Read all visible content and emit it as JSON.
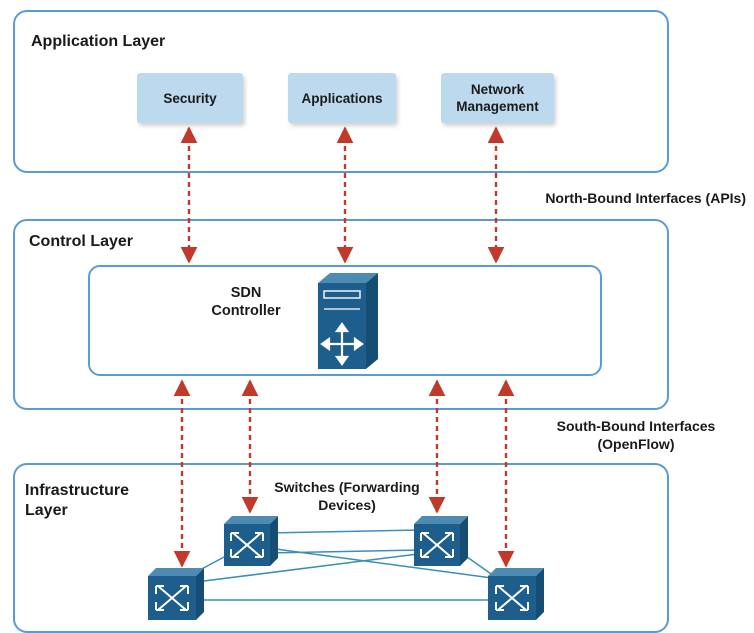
{
  "application_layer": {
    "title": "Application Layer",
    "apps": [
      {
        "label": "Security"
      },
      {
        "label": "Applications"
      },
      {
        "label": "Network Management"
      }
    ]
  },
  "north_bound_label": "North-Bound Interfaces (APIs)",
  "control_layer": {
    "title": "Control Layer",
    "controller_label": "SDN Controller"
  },
  "south_bound_label": "South-Bound Interfaces (OpenFlow)",
  "infrastructure_layer": {
    "title": "Infrastructure Layer",
    "switches_label": "Switches (Forwarding Devices)"
  },
  "colors": {
    "border": "#5b9bd5",
    "app_box": "#bcd9ee",
    "arrow": "#c0392b",
    "device": "#1d5e8c",
    "link": "#3a8fb8"
  }
}
